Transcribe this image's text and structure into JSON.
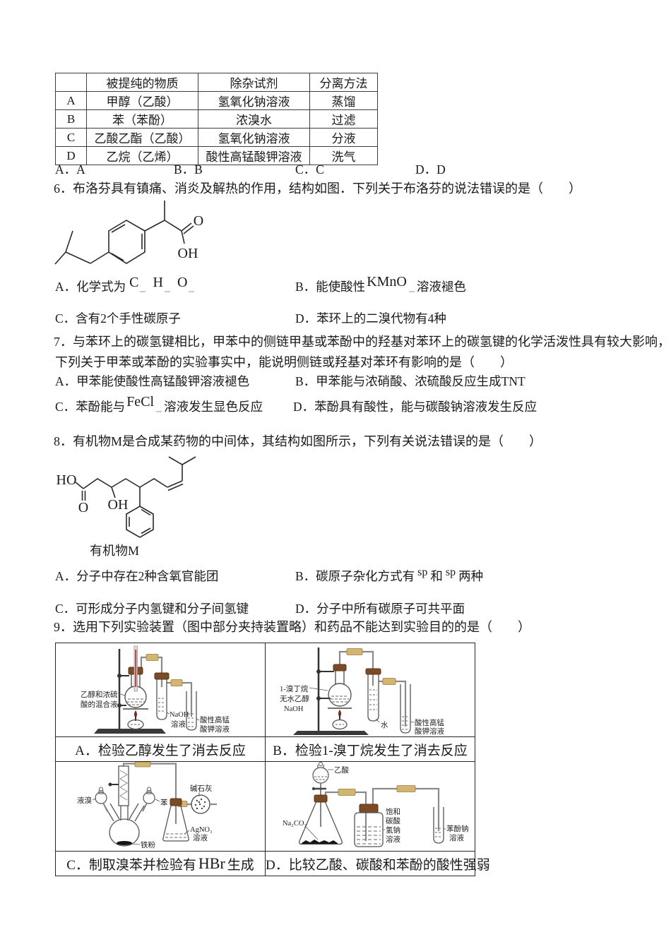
{
  "q5_table": {
    "headers": {
      "col0": "",
      "col1": "被提纯的物质",
      "col2": "除杂试剂",
      "col3": "分离方法"
    },
    "rows": [
      {
        "key": "A",
        "substance": "甲醇（乙酸）",
        "reagent": "氢氧化钠溶液",
        "method": "蒸馏"
      },
      {
        "key": "B",
        "substance": "苯（苯酚）",
        "reagent": "浓溴水",
        "method": "过滤"
      },
      {
        "key": "C",
        "substance": "乙酸乙酯（乙酸）",
        "reagent": "氢氧化钠溶液",
        "method": "分液"
      },
      {
        "key": "D",
        "substance": "乙烷（乙烯）",
        "reagent": "酸性高锰酸钾溶液",
        "method": "洗气"
      }
    ]
  },
  "q5_answers": {
    "a": "A．A",
    "b": "B．B",
    "c": "C．C",
    "d": "D．D"
  },
  "q6": {
    "stem": "6．布洛芬具有镇痛、消炎及解热的作用，结构如图．下列关于布洛芬的说法错误的是（　　）",
    "opt_a_prefix": "A．化学式为",
    "formula_c": "C",
    "formula_h": "H",
    "formula_o": "O",
    "opt_b_prefix": "B．能使酸性",
    "opt_b_formula": "KMnO",
    "opt_b_suffix": "溶液褪色",
    "opt_c": "C．含有2个手性碳原子",
    "opt_d": "D．苯环上的二溴代物有4种",
    "mol": {
      "o": "O",
      "oh": "OH"
    }
  },
  "q7": {
    "stem_line1": "7．与苯环上的碳氢键相比，甲苯中的侧链甲基或苯酚中的羟基对苯环上的碳氢键的化学活泼性具有较大影响，",
    "stem_line2": "下列关于甲苯或苯酚的实验事实中，能说明侧链或羟基对苯环有影响的是（　　）",
    "opt_a": "A．甲苯能使酸性高锰酸钾溶液褪色",
    "opt_b": "B．甲苯能与浓硝酸、浓硫酸反应生成TNT",
    "opt_c_prefix": "C．苯酚能与",
    "opt_c_formula": "FeCl",
    "opt_c_suffix": "溶液发生显色反应",
    "opt_d": "D．苯酚具有酸性，能与碳酸钠溶液发生反应"
  },
  "q8": {
    "stem": "8．有机物M是合成某药物的中间体，其结构如图所示，下列有关说法错误的是（　　）",
    "opt_a": "A．分子中存在2种含氧官能团",
    "opt_b_prefix": "B．碳原子杂化方式有",
    "opt_b_sp1": "sp",
    "opt_b_mid": "和",
    "opt_b_sp2": "sp",
    "opt_b_suffix": "两种",
    "opt_c": "C．可形成分子内氢键和分子间氢键",
    "opt_d": "D．分子中所有碳原子可共平面",
    "mol": {
      "ho": "HO",
      "o": "O",
      "oh": "OH",
      "caption": "有机物M"
    }
  },
  "q9": {
    "stem": "9．选用下列实验装置（图中部分夹持装置略）和药品不能达到实验目的的是（　　）",
    "panel_a": {
      "caption": "A．检验乙醇发生了消去反应",
      "flask_label1": "乙醇和浓硫",
      "flask_label2": "酸的混合液",
      "tube1_label1": "NaOH",
      "tube1_label2": "溶液",
      "tube2_label1": "酸性高锰",
      "tube2_label2": "酸钾溶液"
    },
    "panel_b": {
      "caption": "B．检验1-溴丁烷发生了消去反应",
      "flask_label1": "1-溴丁烷",
      "flask_label2": "无水乙醇",
      "flask_label3": "NaOH",
      "tube1_label": "水",
      "tube2_label1": "酸性高锰",
      "tube2_label2": "酸钾溶液"
    },
    "panel_c": {
      "caption_prefix": "C．制取溴苯并检验有",
      "caption_formula": "HBr",
      "caption_suffix": "生成",
      "funnel_left_label": "液溴",
      "funnel_right_label": "苯",
      "drier_label": "碱石灰",
      "solid_label": "铁粉",
      "receiver_label1": "AgNO₃",
      "receiver_label2": "溶液"
    },
    "panel_d": {
      "caption": "D．比较乙酸、碳酸和苯酚的酸性强弱",
      "funnel_label": "乙酸",
      "solid_label": "Na₂CO₃",
      "bottle_label1": "饱和",
      "bottle_label2": "碳酸",
      "bottle_label3": "氢钠",
      "bottle_label4": "溶液",
      "tube_label1": "苯酚钠",
      "tube_label2": "溶液"
    }
  }
}
